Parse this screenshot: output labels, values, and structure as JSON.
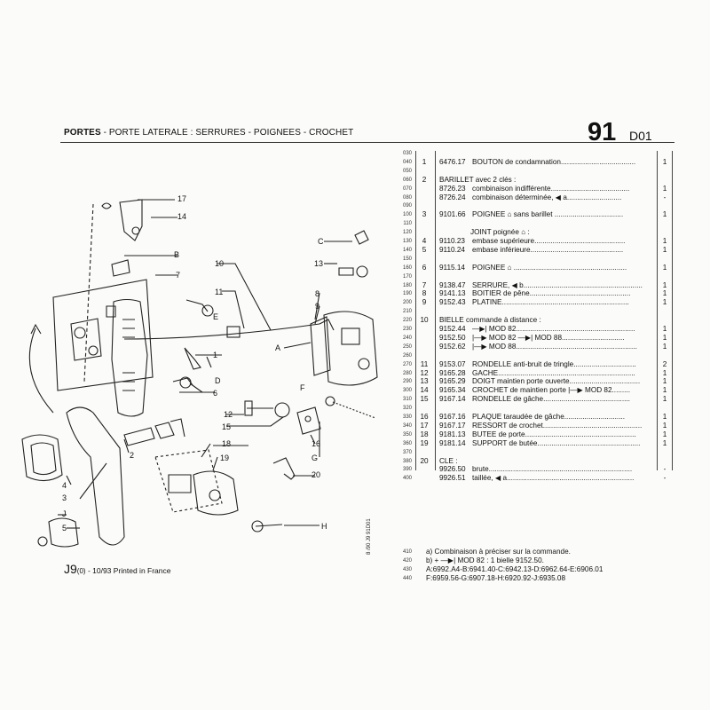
{
  "header": {
    "title_bold": "PORTES",
    "title_rest": " - PORTE LATERALE : SERRURES - POIGNEES - CROCHET",
    "section_number": "91",
    "section_code": "D01"
  },
  "parts_table": {
    "rows": [
      {
        "line": "030",
        "item": "",
        "ref": "",
        "desc": "",
        "qty": ""
      },
      {
        "line": "040",
        "item": "1",
        "ref": "6476.17",
        "desc": "BOUTON de condamnation.....................................",
        "qty": "1"
      },
      {
        "line": "050",
        "item": "",
        "ref": "",
        "desc": "",
        "qty": ""
      },
      {
        "line": "060",
        "item": "2",
        "text": "BARILLET avec 2 clés :",
        "qty": ""
      },
      {
        "line": "070",
        "item": "",
        "ref": "8726.23",
        "desc": "combinaison indifférente.......................................",
        "qty": "1"
      },
      {
        "line": "080",
        "item": "",
        "ref": "8726.24",
        "desc": "combinaison déterminée, ◀ a...........................",
        "qty": "-"
      },
      {
        "line": "090",
        "item": "",
        "ref": "",
        "desc": "",
        "qty": ""
      },
      {
        "line": "100",
        "item": "3",
        "ref": "9101.66",
        "desc": "POIGNEE ⌂ sans barillet ..................................",
        "qty": "1"
      },
      {
        "line": "110",
        "item": "",
        "ref": "",
        "desc": "",
        "qty": ""
      },
      {
        "line": "120",
        "item": "",
        "text": "JOINT poignée ⌂ :",
        "qty": ""
      },
      {
        "line": "130",
        "item": "4",
        "ref": "9110.23",
        "desc": "embase supérieure.............................................",
        "qty": "1"
      },
      {
        "line": "140",
        "item": "5",
        "ref": "9110.24",
        "desc": "embase inférieure..............................................",
        "qty": "1"
      },
      {
        "line": "150",
        "item": "",
        "ref": "",
        "desc": "",
        "qty": ""
      },
      {
        "line": "160",
        "item": "6",
        "ref": "9115.14",
        "desc": "POIGNEE ⌂ ........................................................",
        "qty": "1"
      },
      {
        "line": "170",
        "item": "",
        "ref": "",
        "desc": "",
        "qty": ""
      },
      {
        "line": "180",
        "item": "7",
        "ref": "9138.47",
        "desc": "SERRURE, ◀ b...........................................................",
        "qty": "1"
      },
      {
        "line": "190",
        "item": "8",
        "ref": "9141.13",
        "desc": "BOITIER de pêne..................................................",
        "qty": "1"
      },
      {
        "line": "200",
        "item": "9",
        "ref": "9152.43",
        "desc": "PLATINE...............................................................",
        "qty": "1"
      },
      {
        "line": "210",
        "item": "",
        "ref": "",
        "desc": "",
        "qty": ""
      },
      {
        "line": "220",
        "item": "10",
        "text": "BIELLE commande à distance :",
        "qty": ""
      },
      {
        "line": "230",
        "item": "",
        "ref": "9152.44",
        "desc": "—▶| MOD 82...........................................................",
        "qty": "1"
      },
      {
        "line": "240",
        "item": "",
        "ref": "9152.50",
        "desc": "|—▶ MOD 82 —▶| MOD 88...............................",
        "qty": "1"
      },
      {
        "line": "250",
        "item": "",
        "ref": "9152.62",
        "desc": "|—▶ MOD 88............................................................",
        "qty": "1"
      },
      {
        "line": "260",
        "item": "",
        "ref": "",
        "desc": "",
        "qty": ""
      },
      {
        "line": "270",
        "item": "11",
        "ref": "9153.07",
        "desc": "RONDELLE anti-bruit de tringle...............................",
        "qty": "2"
      },
      {
        "line": "280",
        "item": "12",
        "ref": "9165.28",
        "desc": "GACHE....................................................................",
        "qty": "1"
      },
      {
        "line": "290",
        "item": "13",
        "ref": "9165.29",
        "desc": "DOIGT maintien porte ouverte...................................",
        "qty": "1"
      },
      {
        "line": "300",
        "item": "14",
        "ref": "9165.34",
        "desc": "CROCHET de maintien porte |—▶ MOD 82.........",
        "qty": "1"
      },
      {
        "line": "310",
        "item": "15",
        "ref": "9167.14",
        "desc": "RONDELLE de gâche...........................................",
        "qty": "1"
      },
      {
        "line": "320",
        "item": "",
        "ref": "",
        "desc": "",
        "qty": ""
      },
      {
        "line": "330",
        "item": "16",
        "ref": "9167.16",
        "desc": "PLAQUE taraudée de gâche..............................",
        "qty": "1"
      },
      {
        "line": "340",
        "item": "17",
        "ref": "9167.17",
        "desc": "RESSORT de crochet.................................................",
        "qty": "1"
      },
      {
        "line": "350",
        "item": "18",
        "ref": "9181.13",
        "desc": "BUTEE de porte.......................................................",
        "qty": "1"
      },
      {
        "line": "360",
        "item": "19",
        "ref": "9181.14",
        "desc": "SUPPORT de butée...................................................",
        "qty": "1"
      },
      {
        "line": "370",
        "item": "",
        "ref": "",
        "desc": "",
        "qty": ""
      },
      {
        "line": "380",
        "item": "20",
        "text": "CLE :",
        "qty": ""
      },
      {
        "line": "390",
        "item": "",
        "ref": "9926.50",
        "desc": "brute.......................................................................",
        "qty": "-"
      },
      {
        "line": "400",
        "item": "",
        "ref": "9926.51",
        "desc": "taillée, ◀ a...............................................................",
        "qty": "-"
      }
    ]
  },
  "footnotes": [
    {
      "line": "410",
      "text": "a) Combinaison à préciser sur la commande."
    },
    {
      "line": "420",
      "text": "b) + —▶| MOD 82 : 1 bielle 9152.50."
    },
    {
      "line": "430",
      "text": "A:6992.A4-B:6941.40-C:6942.13-D:6962.64-E:6906.01"
    },
    {
      "line": "440",
      "text": "F:6959.56-G:6907.18-H:6920.92-J:6935.08"
    }
  ],
  "footer": {
    "plate": "J9",
    "plate_suffix": "(0)",
    "printed": " - 10/93 Printed in France",
    "side_code": "8 /90  J9  91D01"
  },
  "diagram_labels": [
    "17",
    "14",
    "B",
    "7",
    "10",
    "11",
    "C",
    "13",
    "8",
    "9",
    "A",
    "1",
    "E",
    "6",
    "D",
    "F",
    "12",
    "15",
    "16",
    "2",
    "G",
    "18",
    "19",
    "20",
    "H",
    "4",
    "3",
    "J",
    "5"
  ]
}
